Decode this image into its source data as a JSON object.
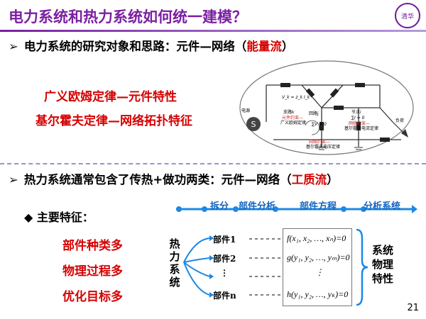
{
  "title": "电力系统和热力系统如何统一建模？",
  "logo_text": "清华",
  "section1": {
    "prefix": "电力系统的研究对象和思路：元件—网络（",
    "highlight": "能量流",
    "suffix": "）"
  },
  "laws": {
    "ohm": "广义欧姆定律—元件特性",
    "kirchhoff": "基尔霍夫定律—网络拓扑特征"
  },
  "circuit": {
    "source_label": "电源",
    "load_label": "负荷",
    "branch_eq": "V_k = z_k I_k",
    "branch_label": "支路k",
    "branch_desc": "元件约束—",
    "branch_desc2": "广义欧姆定律",
    "loop_label": "回路j",
    "loop_eq": "∑V = 0",
    "loop_desc": "网络约束—",
    "loop_desc2": "基尔霍夫电压定律",
    "node_label": "节点i",
    "node_eq": "∑I = 0",
    "node_desc": "网络约束—",
    "node_desc2": "基尔霍夫电流定律"
  },
  "section2": {
    "prefix": "热力系统通常包含了传热+做功两类：元件—网络（",
    "highlight": "工质流",
    "suffix": "）"
  },
  "features": {
    "heading": "主要特征：",
    "items": [
      "部件种类多",
      "物理过程多",
      "优化目标多"
    ]
  },
  "timeline": [
    "拆分",
    "部件分析",
    "部件方程",
    "分析系统"
  ],
  "thermal_label": [
    "热",
    "力",
    "系",
    "统"
  ],
  "components": [
    "部件1",
    "部件2",
    "⋮",
    "部件n"
  ],
  "equations": [
    "f(x₁, x₂, …, xₙ)=0",
    "g(y₁, y₂, …, yₘ)=0",
    "⋮",
    "h(y₁, y₂, …, yₖ)=0"
  ],
  "system_label": [
    "系统",
    "物理",
    "特性"
  ],
  "page_number": "21"
}
